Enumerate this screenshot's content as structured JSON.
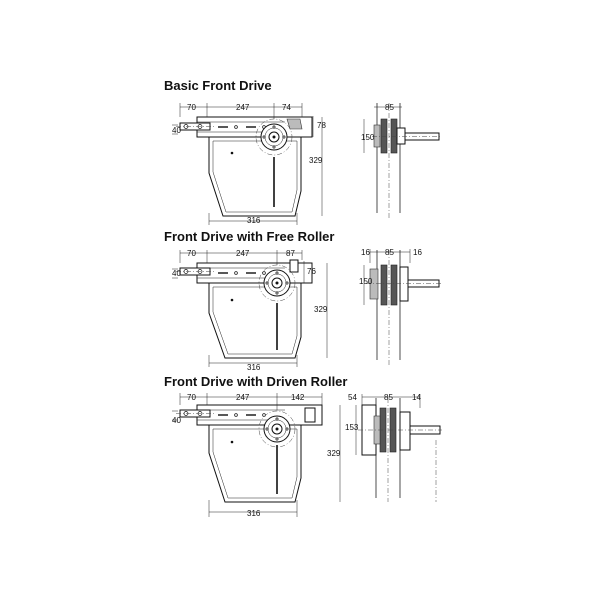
{
  "sections": [
    {
      "title": "Basic Front Drive",
      "dims": {
        "d70": "70",
        "d247": "247",
        "rightTop": "74",
        "d40": "40",
        "rightSide": "78",
        "height": "329",
        "width": "316"
      },
      "end": {
        "top": "85",
        "side": "150"
      }
    },
    {
      "title": "Front Drive with Free Roller",
      "dims": {
        "d70": "70",
        "d247": "247",
        "rightTop": "87",
        "d40": "40",
        "rightSide": "76",
        "height": "329",
        "width": "316"
      },
      "end": {
        "top": "85",
        "left": "16",
        "right": "16",
        "side": "150"
      }
    },
    {
      "title": "Front Drive with Driven Roller",
      "dims": {
        "d70": "70",
        "d247": "247",
        "rightTop": "142",
        "d40": "40",
        "height": "329",
        "width": "316"
      },
      "end": {
        "top": "85",
        "left": "54",
        "right": "14",
        "side": "153"
      }
    }
  ]
}
